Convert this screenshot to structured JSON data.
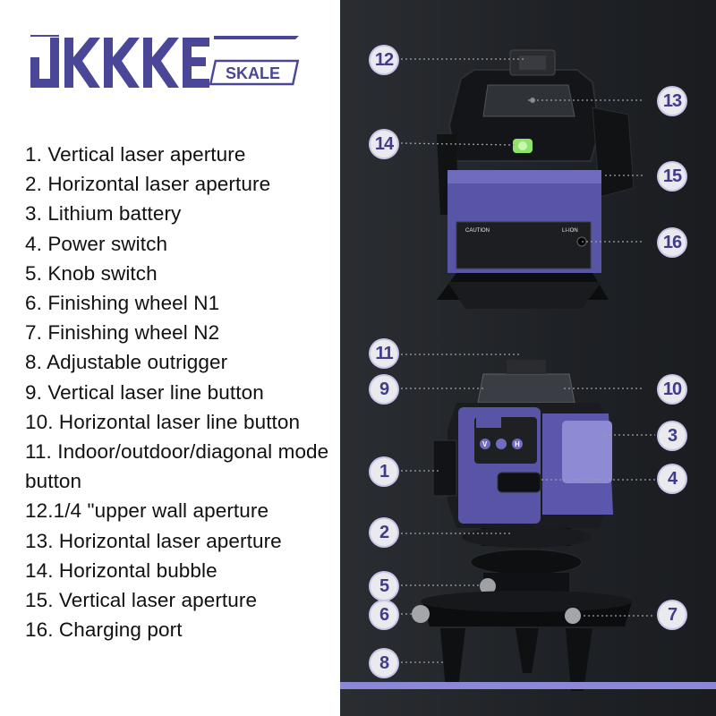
{
  "brand": {
    "logo_text": "SKALE",
    "accent_color": "#5c58c0"
  },
  "legend": [
    "1. Vertical laser aperture",
    "2. Horizontal laser aperture",
    "3. Lithium battery",
    "4. Power switch",
    "5. Knob switch",
    "6. Finishing wheel N1",
    "7. Finishing wheel N2",
    "8. Adjustable outrigger",
    "9. Vertical laser line button",
    "10. Horizontal laser line button",
    "11. Indoor/outdoor/diagonal mode button",
    "12.1/4 \"upper wall aperture",
    "13. Horizontal laser aperture",
    "14. Horizontal bubble",
    "15. Vertical laser aperture",
    "16. Charging port"
  ],
  "callouts": [
    "12",
    "13",
    "14",
    "15",
    "16",
    "11",
    "9",
    "10",
    "3",
    "1",
    "4",
    "2",
    "5",
    "6",
    "7",
    "8"
  ],
  "device": {
    "caution_label": "CAUTION",
    "battery_label": "LI-ION",
    "button_v": "V",
    "button_h": "H"
  }
}
